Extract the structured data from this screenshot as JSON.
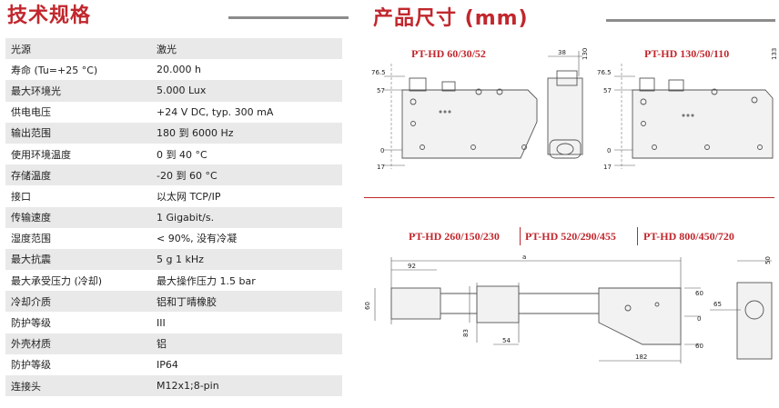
{
  "spec_section": {
    "title": "技术规格",
    "rows": [
      {
        "key": "光源",
        "value": "激光"
      },
      {
        "key": "寿命 (Tu=+25 °C)",
        "value": "20.000 h"
      },
      {
        "key": "最大环境光",
        "value": "5.000 Lux"
      },
      {
        "key": "供电电压",
        "value": "+24 V DC, typ. 300 mA"
      },
      {
        "key": "输出范围",
        "value": "180 到 6000 Hz"
      },
      {
        "key": "使用环境温度",
        "value": "0 到 40 °C"
      },
      {
        "key": "存储温度",
        "value": "-20 到 60 °C"
      },
      {
        "key": "接口",
        "value": "以太网 TCP/IP"
      },
      {
        "key": "传输速度",
        "value": "1 Gigabit/s."
      },
      {
        "key": "湿度范围",
        "value": "< 90%, 没有冷凝"
      },
      {
        "key": "最大抗震",
        "value": "5 g 1 kHz"
      },
      {
        "key": "最大承受压力 (冷却)",
        "value": " 最大操作压力 1.5 bar"
      },
      {
        "key": "冷却介质",
        "value": "铝和丁晴橡胶"
      },
      {
        "key": "防护等级",
        "value": "III"
      },
      {
        "key": "外壳材质",
        "value": "铝"
      },
      {
        "key": "防护等级",
        "value": "IP64"
      },
      {
        "key": "连接头",
        "value": "M12x1;8-pin"
      }
    ]
  },
  "dimensions_section": {
    "title": "产品尺寸 (mm)",
    "drawing_1": {
      "label": "PT-HD 60/30/52",
      "dims": {
        "h_top": "76.5",
        "h_mid": "57",
        "h_zero": "0",
        "h_bot": "17",
        "width": "38",
        "height": "130"
      }
    },
    "drawing_2": {
      "label": "PT-HD 130/50/110",
      "dims": {
        "h_top": "76.5",
        "h_mid": "57",
        "h_zero": "0",
        "h_bot": "17",
        "height": "133"
      }
    },
    "drawing_3": {
      "labels": [
        "PT-HD 260/150/230",
        "PT-HD 520/290/455",
        "PT-HD 800/450/720"
      ],
      "dims": {
        "a": "a",
        "d92": "92",
        "d60_left": "60",
        "d83": "83",
        "d54": "54",
        "d60_top": "60",
        "d0": "0",
        "d60_bot": "60",
        "d182": "182",
        "d65": "65",
        "d50": "50"
      }
    }
  }
}
